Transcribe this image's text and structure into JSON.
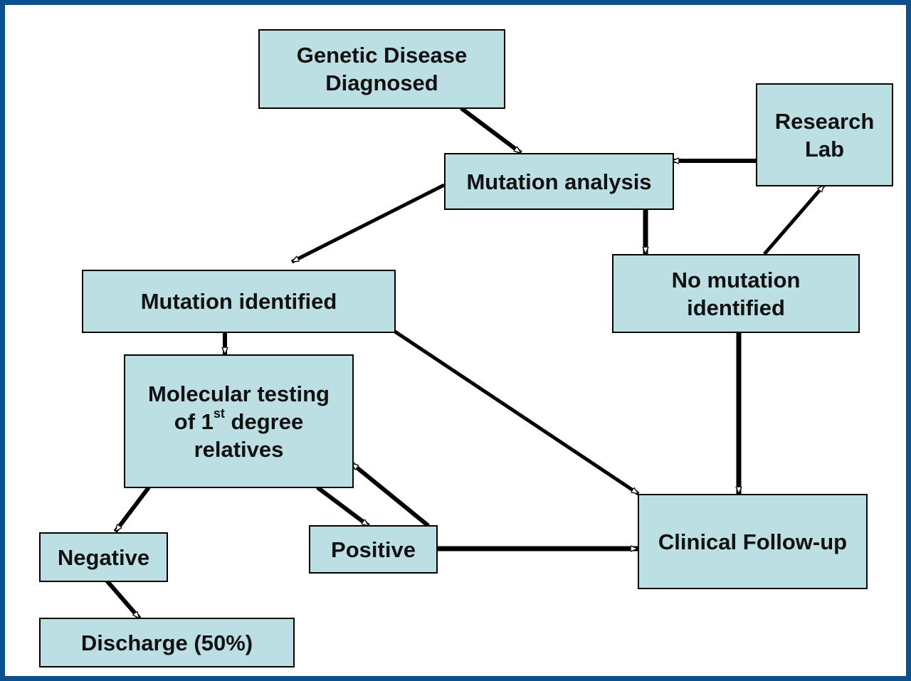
{
  "colors": {
    "border": "#0b4f8f",
    "box_fill": "#bcdfe4",
    "line": "#000000"
  },
  "nodes": {
    "genetic_disease": {
      "line1": "Genetic Disease",
      "line2": "Diagnosed"
    },
    "mutation_analysis": {
      "label": "Mutation analysis"
    },
    "research_lab": {
      "line1": "Research",
      "line2": "Lab"
    },
    "mutation_identified": {
      "label": "Mutation identified"
    },
    "no_mutation": {
      "line1": "No mutation",
      "line2": "identified"
    },
    "molecular_testing": {
      "line1": "Molecular testing",
      "line2_pre": "of 1",
      "line2_sup": "st",
      "line2_post": " degree",
      "line3": "relatives"
    },
    "negative": {
      "label": "Negative"
    },
    "positive": {
      "label": "Positive"
    },
    "clinical_followup": {
      "label": "Clinical Follow-up"
    },
    "discharge": {
      "label": "Discharge (50%)"
    }
  },
  "edges": [
    {
      "from": "genetic_disease",
      "to": "mutation_analysis"
    },
    {
      "from": "research_lab",
      "to": "mutation_analysis"
    },
    {
      "from": "mutation_analysis",
      "to": "mutation_identified"
    },
    {
      "from": "mutation_analysis",
      "to": "no_mutation"
    },
    {
      "from": "no_mutation",
      "to": "research_lab"
    },
    {
      "from": "no_mutation",
      "to": "clinical_followup"
    },
    {
      "from": "mutation_identified",
      "to": "molecular_testing"
    },
    {
      "from": "mutation_identified",
      "to": "clinical_followup"
    },
    {
      "from": "molecular_testing",
      "to": "negative"
    },
    {
      "from": "molecular_testing",
      "to": "positive"
    },
    {
      "from": "positive",
      "to": "molecular_testing"
    },
    {
      "from": "positive",
      "to": "clinical_followup"
    },
    {
      "from": "negative",
      "to": "discharge"
    }
  ]
}
